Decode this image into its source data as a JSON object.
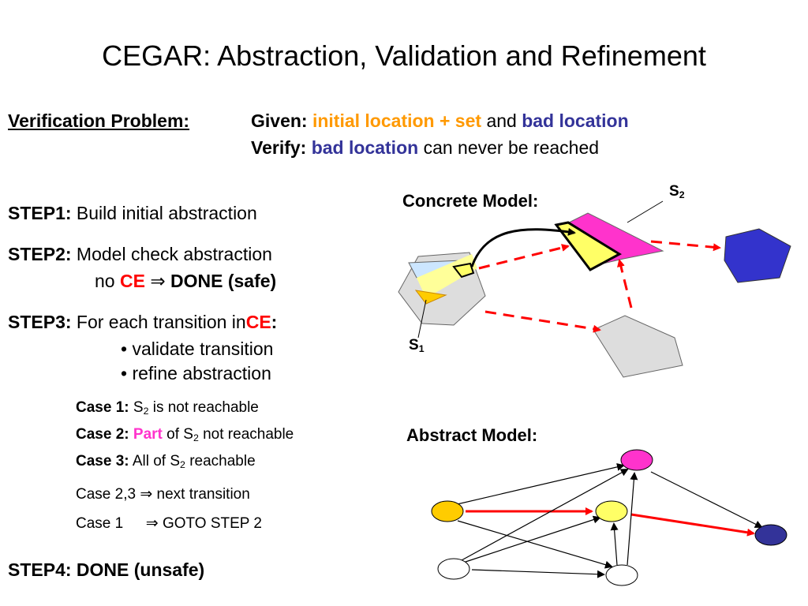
{
  "title": "CEGAR: Abstraction, Validation and Refinement",
  "problem": {
    "label": "Verification Problem:",
    "given_label": "Given:",
    "given_initial": "initial location + set",
    "given_and": "and",
    "given_bad": "bad location",
    "verify_label": "Verify:",
    "verify_bad": "bad location",
    "verify_rest": "can never be reached"
  },
  "steps": {
    "step1_label": "STEP1:",
    "step1_text": "Build initial abstraction",
    "step2_label": "STEP2:",
    "step2_text": "Model check abstraction",
    "step2_no": "no",
    "step2_ce": "CE",
    "step2_arrow": "⇒",
    "step2_done": "DONE (safe)",
    "step3_label": "STEP3:",
    "step3_text": "For each transition in",
    "step3_ce": "CE",
    "step3_colon": ":",
    "bullet1": "• validate transition",
    "bullet2": "• refine abstraction",
    "step4": "STEP4: DONE (unsafe)"
  },
  "cases": {
    "case1_label": "Case 1:",
    "case1_s": "S",
    "case1_sub": "2",
    "case1_rest": "is not reachable",
    "case2_label": "Case 2:",
    "case2_part": "Part",
    "case2_of": "of S",
    "case2_sub": "2",
    "case2_rest": "not reachable",
    "case3_label": "Case 3:",
    "case3_all": "All of S",
    "case3_sub": "2",
    "case3_rest": "reachable",
    "case23_a": "Case 2,3",
    "case23_arrow": "⇒",
    "case23_b": "next transition",
    "case1g_a": "Case 1",
    "case1g_arrow": "⇒",
    "case1g_b": "GOTO STEP 2"
  },
  "diagram": {
    "concrete_label": "Concrete Model:",
    "abstract_label": "Abstract Model:",
    "s1_label": "S",
    "s1_sub": "1",
    "s2_label": "S",
    "s2_sub": "2"
  },
  "colors": {
    "orange": "#ff9900",
    "blue_text": "#333399",
    "red": "#ff0000",
    "magenta": "#ff33cc",
    "pink_fill": "#ff33cc",
    "yellow_fill": "#ffff66",
    "gold_fill": "#ffcc00",
    "light_yellow": "#ffff99",
    "bad_blue": "#3333cc",
    "abstract_bad": "#333399",
    "grey_fill": "#dddddd",
    "light_blue": "#cce6ff"
  }
}
